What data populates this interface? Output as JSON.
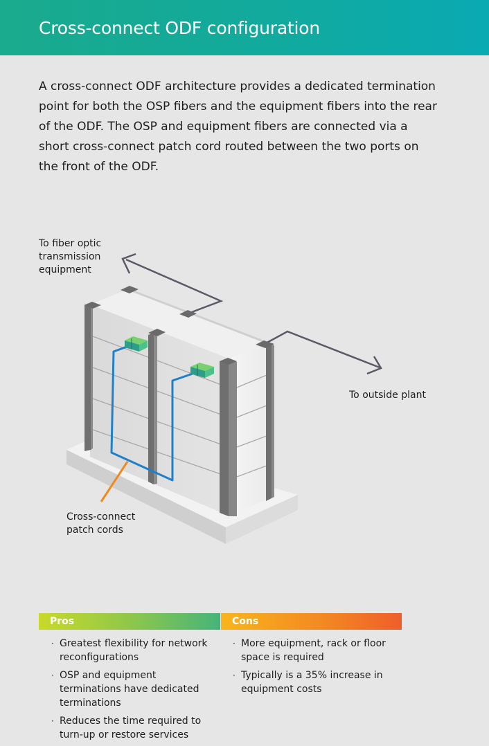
{
  "header": {
    "title": "Cross-connect ODF configuration"
  },
  "intro": {
    "text": "A cross-connect ODF architecture provides a dedicated termination point for both the OSP fibers and the equipment fibers into the rear of the ODF. The OSP and equipment fibers are connected via a short cross-connect patch cord routed between the two ports on the front of the ODF."
  },
  "diagram": {
    "label_equipment": [
      "To fiber optic",
      "transmission",
      "equipment"
    ],
    "label_outside": "To outside plant",
    "label_patch": [
      "Cross-connect",
      "patch cords"
    ],
    "colors": {
      "patch_cord": "#1f7fc8",
      "leader_line": "#f08a1e",
      "fiber_arrow": "#5a5a66",
      "rack_post": "#737373",
      "port": "#4ec08a"
    }
  },
  "pros_cons": {
    "pros_label": "Pros",
    "cons_label": "Cons",
    "pros": [
      "Greatest flexibility for network reconfigurations",
      "OSP and equipment terminations have dedicated terminations",
      "Reduces the time required to turn-up or restore services"
    ],
    "cons": [
      "More equipment, rack or floor space is required",
      "Typically is a 35% increase in equipment costs"
    ],
    "colors": {
      "pros_start": "#c9d92a",
      "pros_end": "#45b47a",
      "cons_start": "#f8b51c",
      "cons_end": "#ef5e2a"
    }
  }
}
